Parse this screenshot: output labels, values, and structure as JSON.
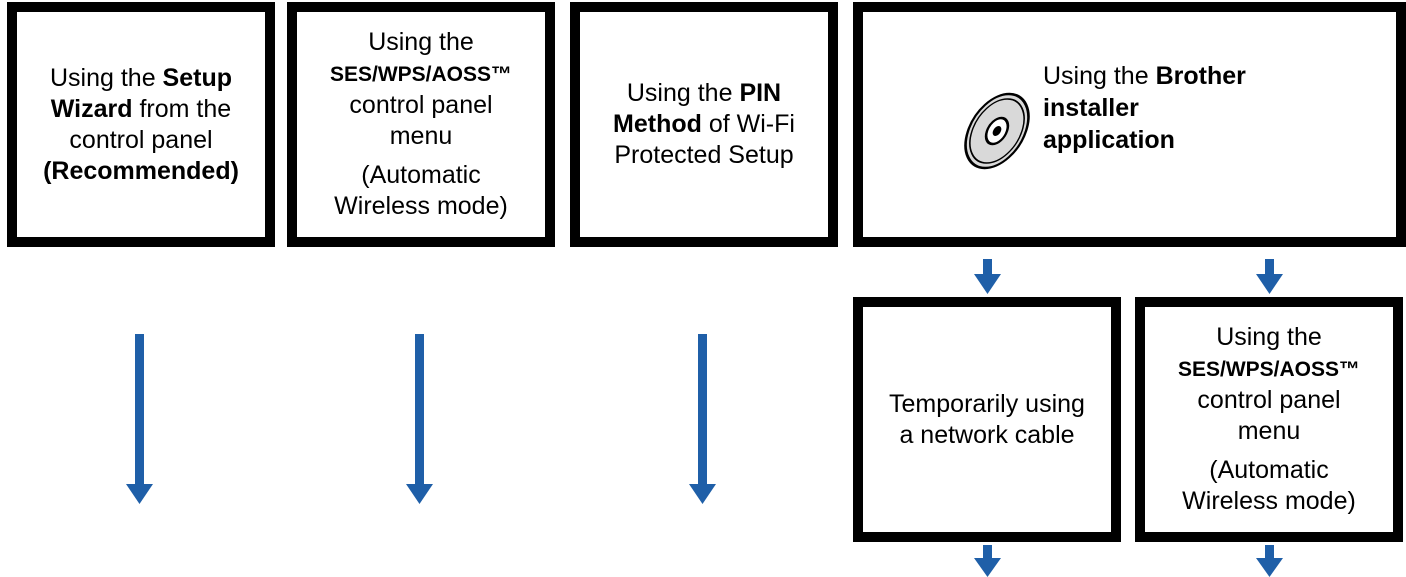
{
  "boxes": {
    "setup_wizard": {
      "l1_pre": "Using the ",
      "l1_bold": "Setup",
      "l2_bold": "Wizard",
      "l2_post": " from the",
      "l3": "control panel",
      "l4_bold": "(Recommended)"
    },
    "ses_wps_1": {
      "l1": "Using the",
      "l2_bold": "SES/WPS/AOSS™",
      "l3": "control panel",
      "l4": "menu",
      "l5": "(Automatic",
      "l6": "Wireless mode)"
    },
    "pin": {
      "l1_pre": "Using the ",
      "l1_bold": "PIN",
      "l2_bold": "Method",
      "l2_post": " of Wi-Fi",
      "l3": "Protected Setup"
    },
    "brother": {
      "l1_pre": "Using the ",
      "l1_bold": "Brother",
      "l2_bold": "installer",
      "l3_bold": "application",
      "icon": "cd-disc-icon"
    },
    "cable": {
      "l1": "Temporarily using",
      "l2": "a network cable"
    },
    "ses_wps_2": {
      "l1": "Using the",
      "l2_bold": "SES/WPS/AOSS™",
      "l3": "control panel",
      "l4": "menu",
      "l5": "(Automatic",
      "l6": "Wireless mode)"
    }
  },
  "colors": {
    "arrow": "#1f5fa8",
    "border": "#000000"
  }
}
